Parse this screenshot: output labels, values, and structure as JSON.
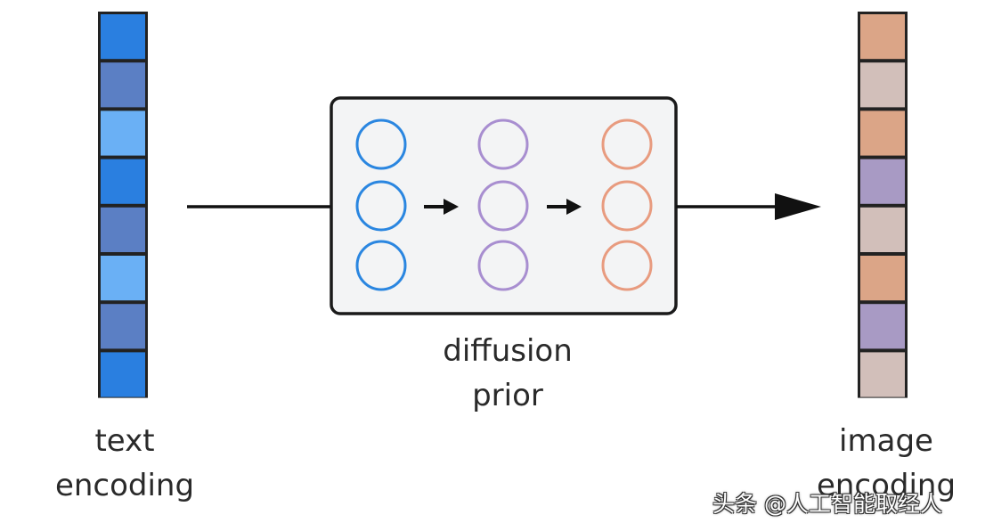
{
  "labels": {
    "text_encoding": [
      "text",
      "encoding"
    ],
    "diffusion_prior": [
      "diffusion",
      "prior"
    ],
    "image_encoding": [
      "image",
      "encoding"
    ]
  },
  "watermark": "头条 @人工智能取经人",
  "colors": {
    "text_cells": [
      "#2a7fe0",
      "#5b7fc4",
      "#6ab0f5",
      "#2a7fe0",
      "#5b7fc4",
      "#6ab0f5",
      "#5b7fc4",
      "#2a7fe0"
    ],
    "image_cells": [
      "#dba587",
      "#d2bfba",
      "#dba587",
      "#a89ac4",
      "#d2bfba",
      "#dba587",
      "#a89ac4",
      "#d2bfba"
    ],
    "circle_columns": [
      "#2a86e0",
      "#a88ed0",
      "#e89b7f"
    ],
    "arrow": "#111111",
    "box_fill": "#f3f4f5",
    "box_stroke": "#1a1a1a"
  }
}
